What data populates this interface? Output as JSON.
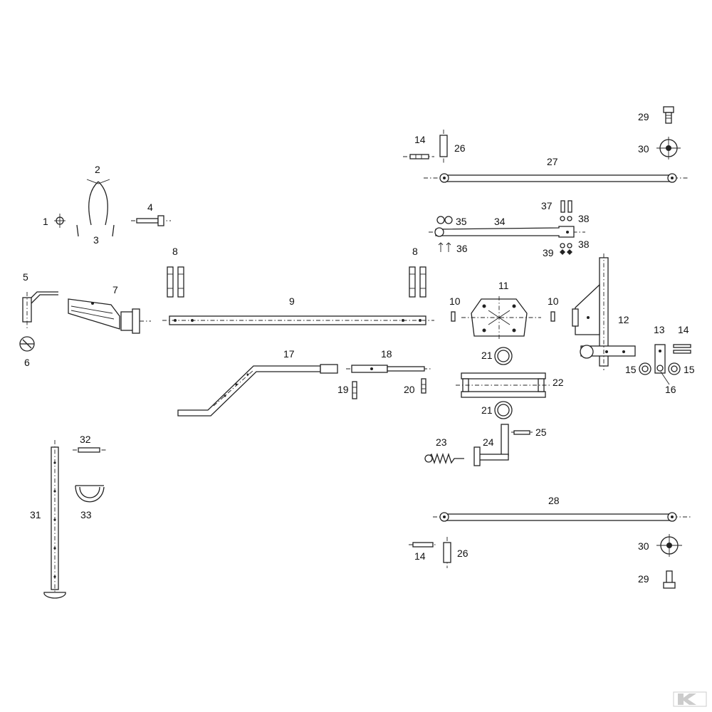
{
  "part_labels": {
    "p1": "1",
    "p2": "2",
    "p3": "3",
    "p4": "4",
    "p5": "5",
    "p6": "6",
    "p7": "7",
    "p8": "8",
    "p9": "9",
    "p10": "10",
    "p11": "11",
    "p12": "12",
    "p13": "13",
    "p14": "14",
    "p15": "15",
    "p16": "16",
    "p17": "17",
    "p18": "18",
    "p19": "19",
    "p20": "20",
    "p21": "21",
    "p22": "22",
    "p23": "23",
    "p24": "24",
    "p25": "25",
    "p26": "26",
    "p27": "27",
    "p28": "28",
    "p29": "29",
    "p30": "30",
    "p31": "31",
    "p32": "32",
    "p33": "33",
    "p34": "34",
    "p35": "35",
    "p36": "36",
    "p37": "37",
    "p38": "38",
    "p39": "39"
  },
  "watermark": {
    "icon": "brand-k-logo-icon",
    "color": "#cccccc"
  },
  "colors": {
    "line": "#222222",
    "background": "#ffffff"
  }
}
